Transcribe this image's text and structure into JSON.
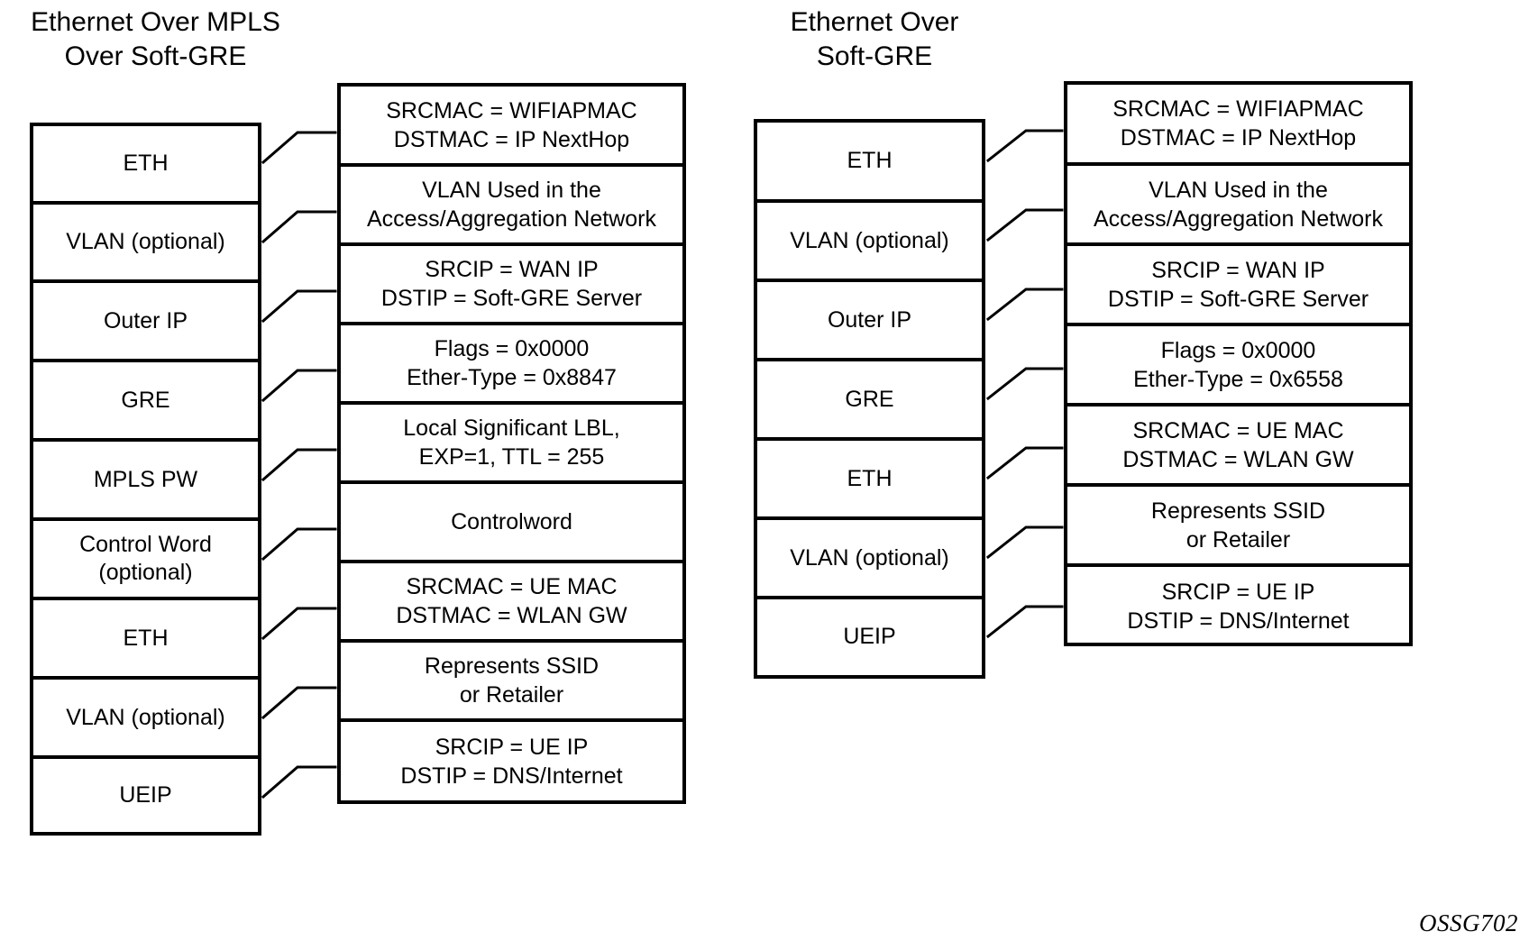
{
  "page": {
    "watermark": "OSSG702",
    "background_color": "#ffffff",
    "line_color": "#000000"
  },
  "diagrams": [
    {
      "id": "ethernet-over-mpls-over-soft-gre",
      "title": "Ethernet Over MPLS\nOver Soft-GRE",
      "stack": [
        {
          "label": "ETH"
        },
        {
          "label": "VLAN (optional)"
        },
        {
          "label": "Outer IP"
        },
        {
          "label": "GRE"
        },
        {
          "label": "MPLS PW"
        },
        {
          "label": "Control Word\n(optional)"
        },
        {
          "label": "ETH"
        },
        {
          "label": "VLAN (optional)"
        },
        {
          "label": "UEIP"
        }
      ],
      "details": [
        {
          "text": "SRCMAC = WIFIAPMAC\nDSTMAC = IP NextHop"
        },
        {
          "text": "VLAN Used in the\nAccess/Aggregation Network"
        },
        {
          "text": "SRCIP = WAN IP\nDSTIP = Soft-GRE Server"
        },
        {
          "text": "Flags = 0x0000\nEther-Type = 0x8847"
        },
        {
          "text": "Local Significant LBL,\nEXP=1, TTL = 255"
        },
        {
          "text": "Controlword"
        },
        {
          "text": "SRCMAC = UE MAC\nDSTMAC = WLAN GW"
        },
        {
          "text": "Represents SSID\nor Retailer"
        },
        {
          "text": "SRCIP = UE IP\nDSTIP = DNS/Internet"
        }
      ]
    },
    {
      "id": "ethernet-over-soft-gre",
      "title": "Ethernet Over\nSoft-GRE",
      "stack": [
        {
          "label": "ETH"
        },
        {
          "label": "VLAN (optional)"
        },
        {
          "label": "Outer IP"
        },
        {
          "label": "GRE"
        },
        {
          "label": "ETH"
        },
        {
          "label": "VLAN (optional)"
        },
        {
          "label": "UEIP"
        }
      ],
      "details": [
        {
          "text": "SRCMAC = WIFIAPMAC\nDSTMAC = IP NextHop"
        },
        {
          "text": "VLAN Used in the\nAccess/Aggregation Network"
        },
        {
          "text": "SRCIP = WAN IP\nDSTIP = Soft-GRE Server"
        },
        {
          "text": "Flags = 0x0000\nEther-Type = 0x6558"
        },
        {
          "text": "SRCMAC = UE MAC\nDSTMAC = WLAN GW"
        },
        {
          "text": "Represents SSID\nor Retailer"
        },
        {
          "text": "SRCIP = UE IP\nDSTIP = DNS/Internet"
        }
      ]
    }
  ]
}
